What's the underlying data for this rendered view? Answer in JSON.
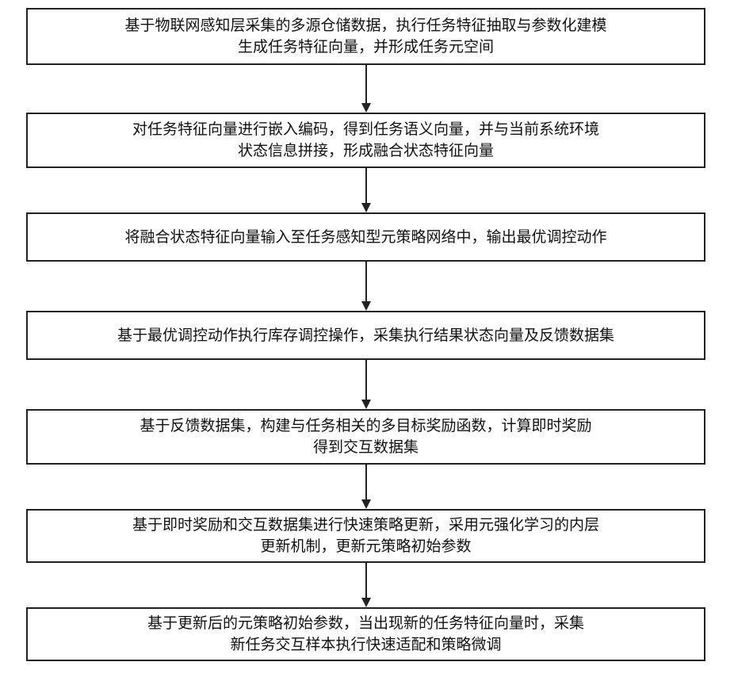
{
  "steps": [
    {
      "lines": [
        "基于物联网感知层采集的多源仓储数据，执行任务特征抽取与参数化建模",
        "生成任务特征向量，并形成任务元空间"
      ]
    },
    {
      "lines": [
        "对任务特征向量进行嵌入编码，得到任务语义向量，并与当前系统环境",
        "状态信息拼接，形成融合状态特征向量"
      ]
    },
    {
      "lines": [
        "将融合状态特征向量输入至任务感知型元策略网络中，输出最优调控动作"
      ]
    },
    {
      "lines": [
        "基于最优调控动作执行库存调控操作，采集执行结果状态向量及反馈数据集"
      ]
    },
    {
      "lines": [
        "基于反馈数据集，构建与任务相关的多目标奖励函数，计算即时奖励",
        "得到交互数据集"
      ]
    },
    {
      "lines": [
        "基于即时奖励和交互数据集进行快速策略更新，采用元强化学习的内层",
        "更新机制，更新元策略初始参数"
      ]
    },
    {
      "lines": [
        "基于更新后的元策略初始参数，当出现新的任务特征向量时，采集",
        "新任务交互样本执行快速适配和策略微调"
      ]
    }
  ]
}
